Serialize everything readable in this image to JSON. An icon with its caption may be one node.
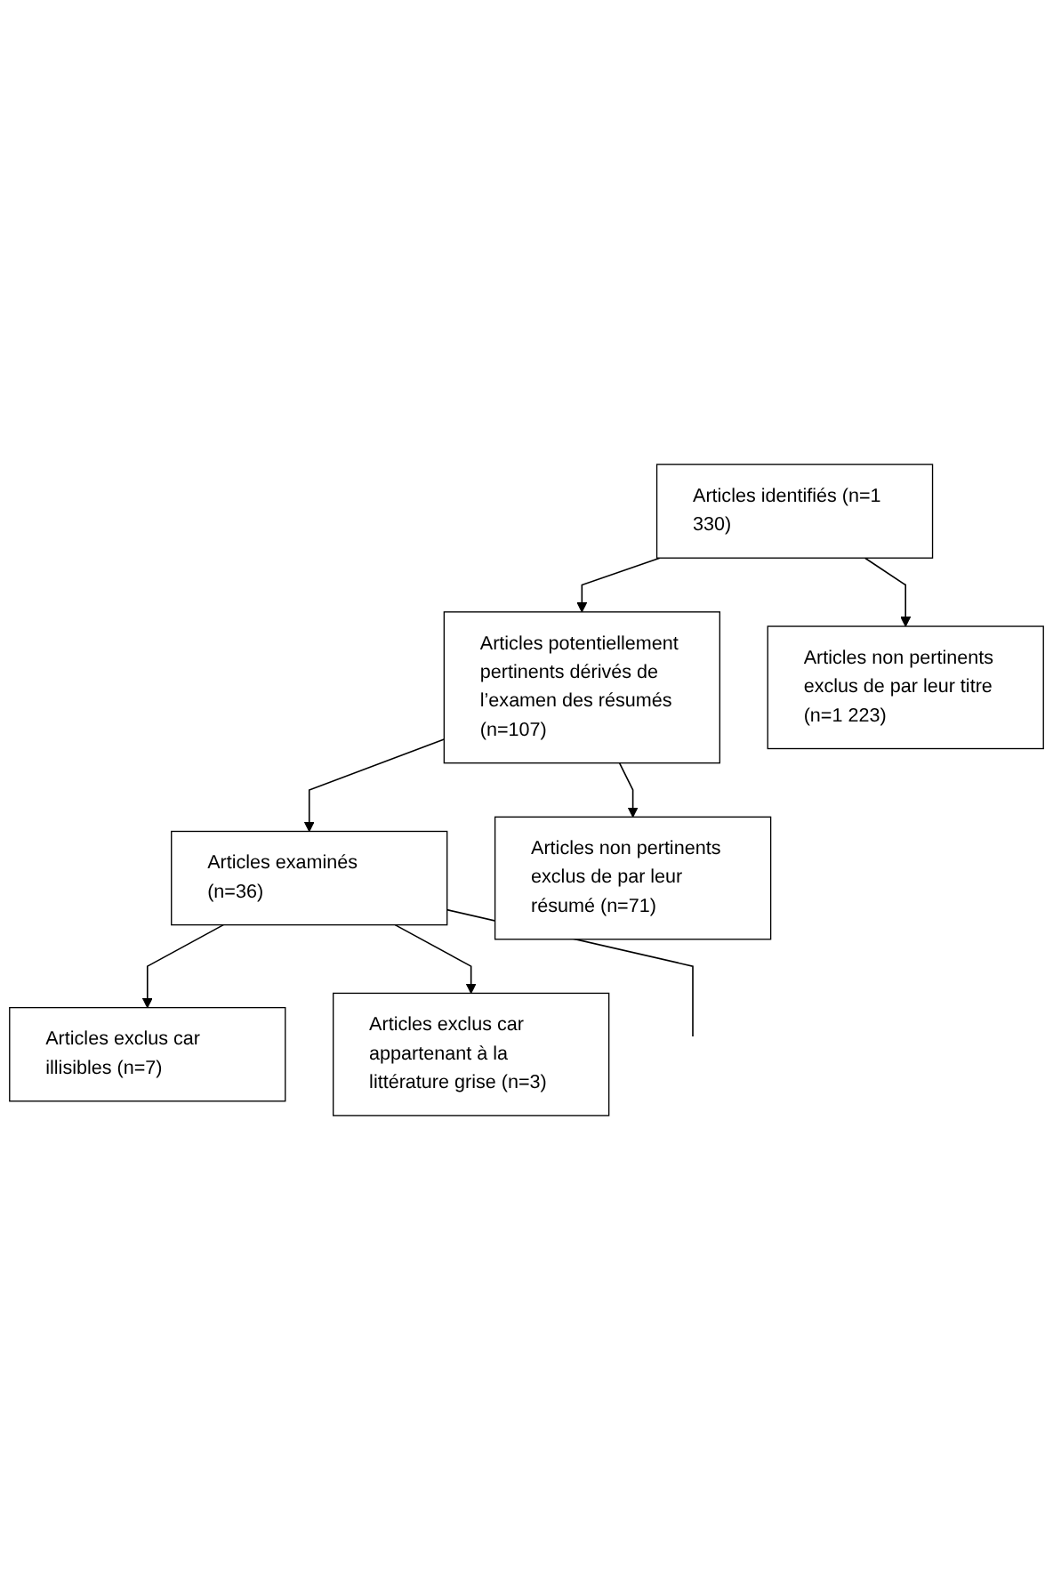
{
  "diagram": {
    "nodes": [
      {
        "text": [
          "Articles identifiés (n=1 330)"
        ]
      },
      {
        "text": [
          "Articles non pertinents exclus de par leur titre (n=1 223)"
        ]
      },
      {
        "text": [
          "Articles potentiellement pertinents dérivés de l’examen des résumés (n=107)"
        ]
      },
      {
        "text": [
          "Articles non pertinents exclus de par leur résumé (n=71)"
        ]
      },
      {
        "text": [
          "Articles examinés (n=36)"
        ]
      },
      {
        "text": [
          "Articles exclus car illisibles (n=7)"
        ]
      },
      {
        "text": [
          "Articles exclus car appartenant à la littérature grise (n=3)"
        ]
      }
    ],
    "edges": [
      {
        "from": 0,
        "to": 2,
        "arrow": "to"
      },
      {
        "from": 0,
        "to": 1,
        "arrow": "to"
      },
      {
        "from": 2,
        "to": 4,
        "arrow": "to"
      },
      {
        "from": 2,
        "to": 3,
        "arrow": "to"
      },
      {
        "from": 4,
        "to": 5,
        "arrow": "to"
      },
      {
        "from": 4,
        "to": 6,
        "arrow": "to"
      },
      {
        "from": 4,
        "to": null,
        "arrow": "none"
      }
    ]
  }
}
